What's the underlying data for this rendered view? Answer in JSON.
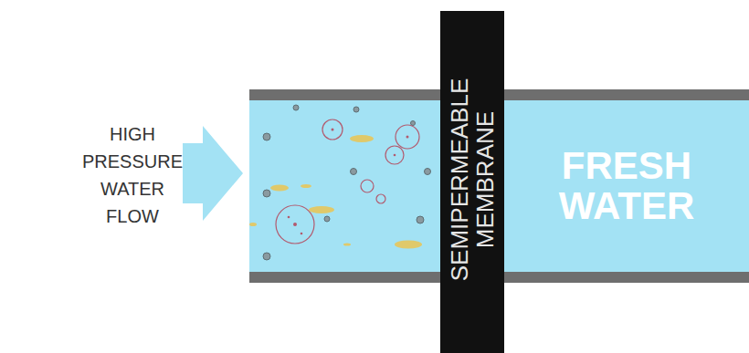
{
  "diagram": {
    "nodes": [
      {
        "text": [
          "SEMIPERMEABLE MEMBRANE"
        ]
      },
      {
        "text": [
          "FRESH WATER"
        ]
      }
    ],
    "labels": [
      "HIGH PRESSURE WATER FLOW"
    ]
  }
}
